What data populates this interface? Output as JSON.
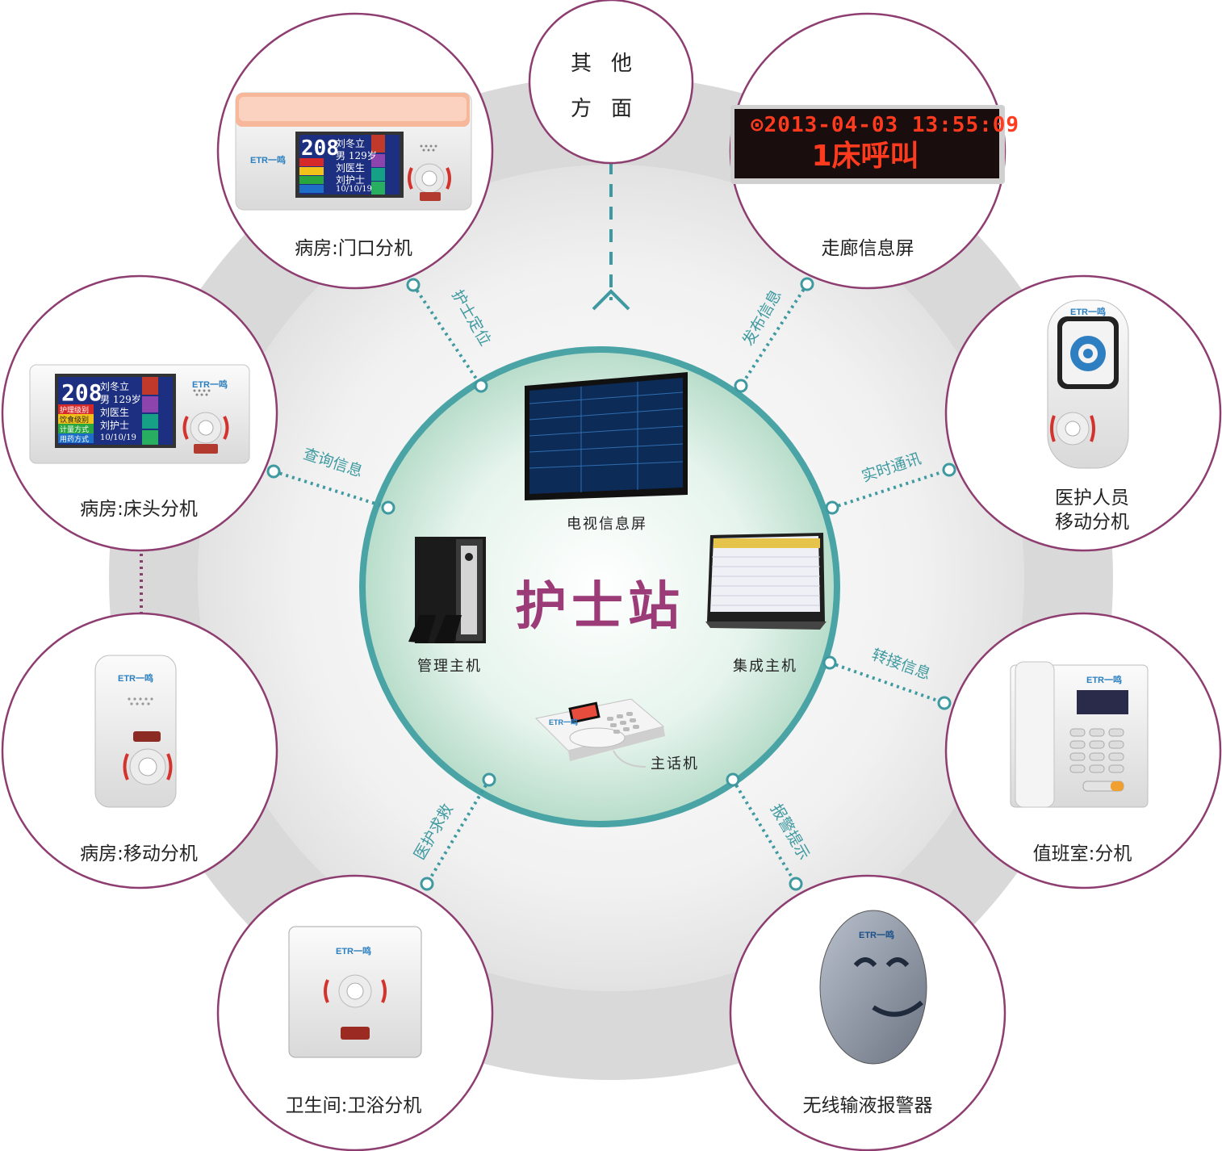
{
  "center": {
    "title": "护士站",
    "devices": {
      "tv_screen": "电视信息屏",
      "management_host": "管理主机",
      "integrated_host": "集成主机",
      "master_phone": "主话机"
    }
  },
  "top": {
    "other_line1": "其他",
    "other_line2": "方面"
  },
  "nodes": {
    "door_unit": "病房:门口分机",
    "corridor_screen": "走廊信息屏",
    "medical_staff_line1": "医护人员",
    "medical_staff_line2": "移动分机",
    "duty_room": "值班室:分机",
    "infusion_alarm": "无线输液报警器",
    "bathroom": "卫生间:卫浴分机",
    "mobile_unit": "病房:移动分机",
    "bedside_unit": "病房:床头分机"
  },
  "connections": {
    "nurse_locate": "护士定位",
    "publish_info": "发布信息",
    "query_info": "查询信息",
    "realtime_comm": "实时通讯",
    "transfer_info": "转接信息",
    "alarm_prompt": "报警提示",
    "emergency_help": "医护求救"
  },
  "corridor_led": {
    "datetime": "⊙2013-04-03 13:55:09",
    "message": "1床呼叫"
  },
  "bedside_screen": {
    "room": "208",
    "line1": "刘冬立",
    "line2": "男 129岁",
    "line3": "刘医生",
    "line4": "刘护士",
    "tag1": "护理级别",
    "tag2": "饮食级别",
    "tag3": "计量方式",
    "tag4": "用药方式",
    "date": "10/10/19"
  },
  "brand": "ETR一鸣",
  "colors": {
    "accent_purple": "#8e3d70",
    "teal": "#3e9aa0",
    "outer_ring": "#dcdcdc",
    "inner_disk": "#cfeadf"
  }
}
